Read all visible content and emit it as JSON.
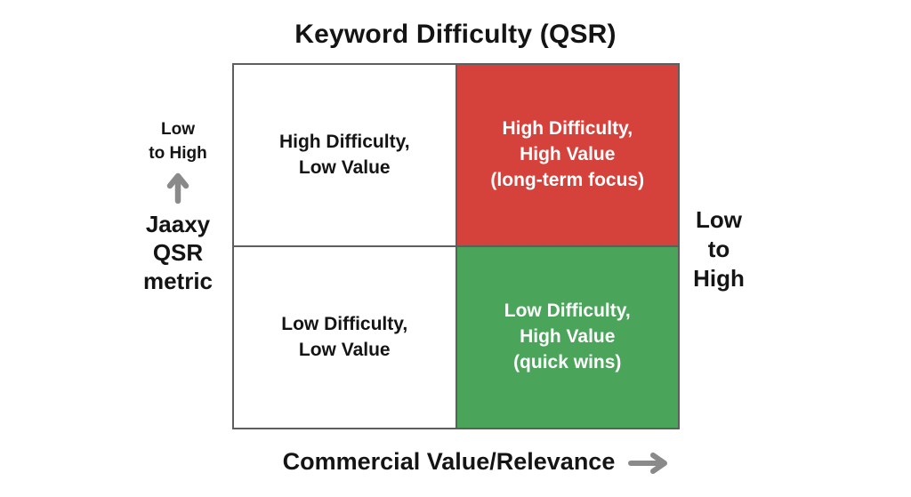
{
  "title": "Keyword Difficulty (QSR)",
  "matrix": {
    "top_left": {
      "lines": [
        "High Difficulty,",
        "Low Value"
      ]
    },
    "top_right": {
      "lines": [
        "High Difficulty,",
        "High Value",
        "(long-term focus)"
      ]
    },
    "bottom_left": {
      "lines": [
        "Low Difficulty,",
        "Low Value"
      ]
    },
    "bottom_right": {
      "lines": [
        "Low Difficulty,",
        "High Value",
        "(quick wins)"
      ]
    }
  },
  "y_axis": {
    "scale_lines": [
      "Low",
      "to High"
    ],
    "arrow_icon": "up-arrow",
    "metric_lines": [
      "Jaaxy",
      "QSR",
      "metric"
    ]
  },
  "right_axis": {
    "lines": [
      "Low",
      "to",
      "High"
    ]
  },
  "x_axis": {
    "label": "Commercial Value/Relevance",
    "arrow_icon": "right-arrow"
  },
  "colors": {
    "quadrant_red": "#d5423c",
    "quadrant_green": "#4aa45a",
    "grid_border": "#5e5e5e",
    "arrow_gray": "#8a8a8a",
    "text_black": "#141414",
    "text_white": "#ffffff",
    "background": "#ffffff"
  }
}
